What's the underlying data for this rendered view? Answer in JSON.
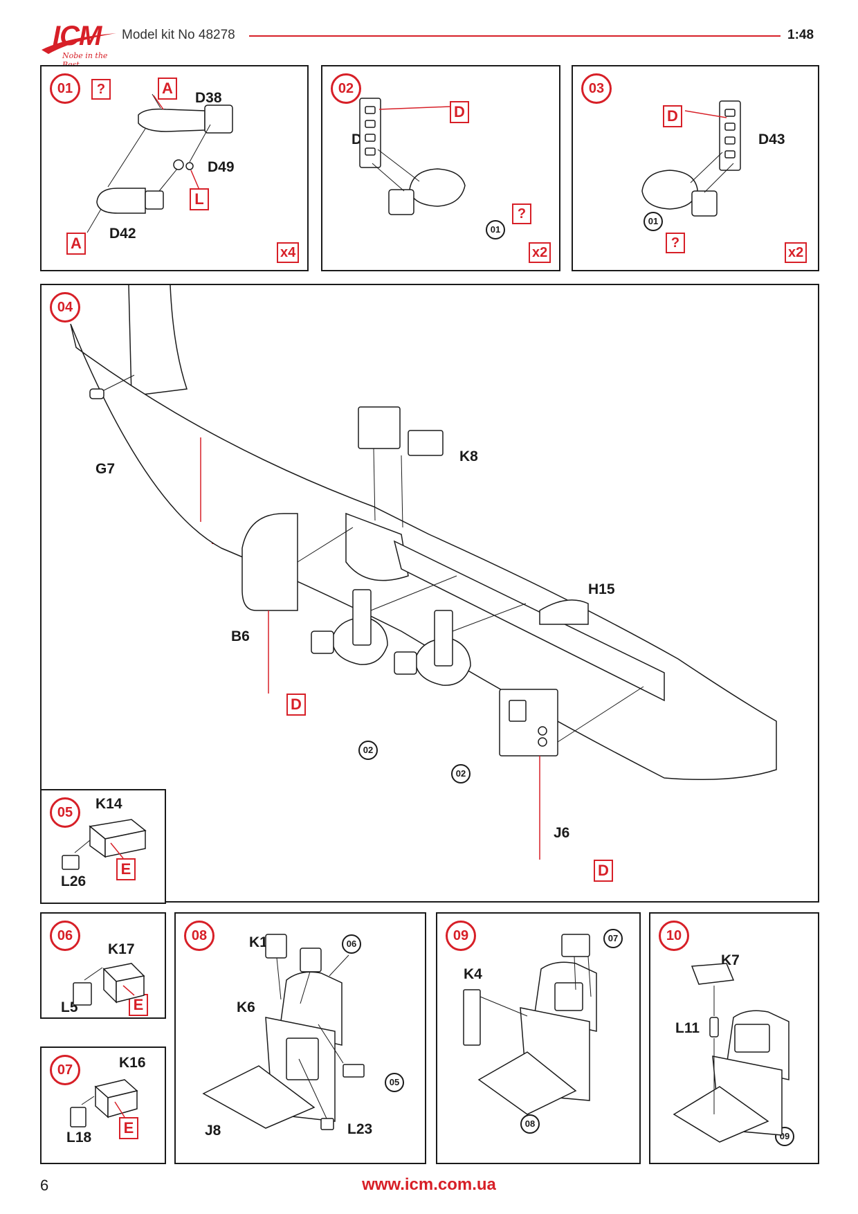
{
  "header": {
    "logo": "ICM",
    "logo_tagline": "Nobe in the Best",
    "title": "Model kit No 48278",
    "scale": "1:48"
  },
  "steps": {
    "s01": {
      "num": "01",
      "parts": [
        "D38",
        "D49",
        "D42"
      ],
      "markers": [
        "A",
        "A",
        "L"
      ],
      "qmark": "?",
      "mult": "x4"
    },
    "s02": {
      "num": "02",
      "parts": [
        "D39"
      ],
      "markers": [
        "D"
      ],
      "ref": "01",
      "qmark": "?",
      "mult": "x2"
    },
    "s03": {
      "num": "03",
      "parts": [
        "D43"
      ],
      "markers": [
        "D"
      ],
      "ref": "01",
      "qmark": "?",
      "mult": "x2"
    },
    "s04": {
      "num": "04",
      "parts": [
        "G7",
        "K8",
        "H15",
        "B6",
        "J6"
      ],
      "markers": [
        "D",
        "D",
        "D"
      ],
      "refs": [
        "02",
        "02"
      ]
    },
    "s05": {
      "num": "05",
      "parts": [
        "K14",
        "L26"
      ],
      "markers": [
        "E"
      ]
    },
    "s06": {
      "num": "06",
      "parts": [
        "K17",
        "L5"
      ],
      "markers": [
        "E"
      ]
    },
    "s07": {
      "num": "07",
      "parts": [
        "K16",
        "L18"
      ],
      "markers": [
        "E"
      ]
    },
    "s08": {
      "num": "08",
      "parts": [
        "K15",
        "K6",
        "J8",
        "L23"
      ],
      "refs": [
        "06",
        "05"
      ]
    },
    "s09": {
      "num": "09",
      "parts": [
        "K4"
      ],
      "refs": [
        "07",
        "08"
      ]
    },
    "s10": {
      "num": "10",
      "parts": [
        "K7",
        "L11"
      ],
      "refs": [
        "09"
      ]
    }
  },
  "footer": {
    "page": "6",
    "url": "www.icm.com.ua"
  },
  "colors": {
    "accent": "#d71f27",
    "line": "#1a1a1a"
  }
}
